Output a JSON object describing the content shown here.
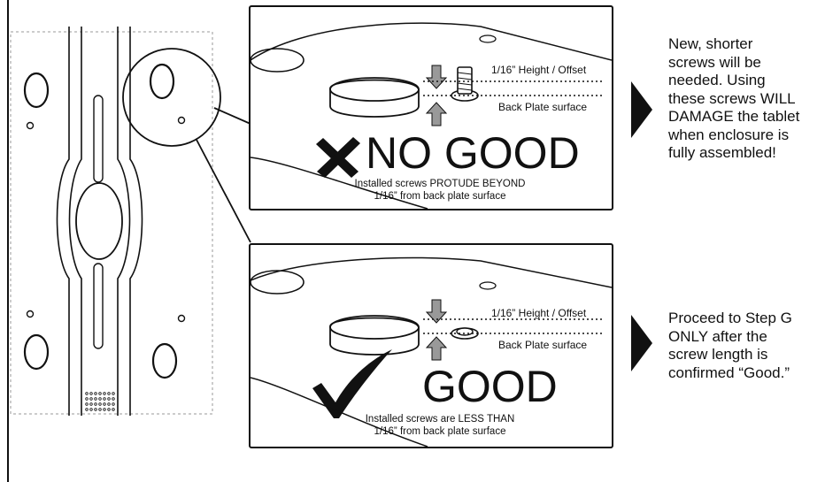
{
  "panel_bad": {
    "height_label": "1/16” Height / Offset",
    "surface_label": "Back Plate surface",
    "verdict": "NO GOOD",
    "caption_line1": "Installed screws PROTUDE BEYOND",
    "caption_line2": "1/16” from back plate surface",
    "icon": "cross-icon"
  },
  "panel_good": {
    "height_label": "1/16” Height / Offset",
    "surface_label": "Back Plate surface",
    "verdict": "GOOD",
    "caption_line1": "Installed screws are LESS THAN",
    "caption_line2": "1/16” from back plate surface",
    "icon": "checkmark-icon"
  },
  "notes": {
    "bad": [
      "New, shorter",
      "screws will be",
      "needed.  Using",
      "these screws WILL",
      "DAMAGE the tablet",
      "when enclosure is",
      "fully assembled!"
    ],
    "good": [
      "Proceed to Step G",
      "ONLY after the",
      "screw length is",
      "confirmed “Good.”"
    ]
  }
}
